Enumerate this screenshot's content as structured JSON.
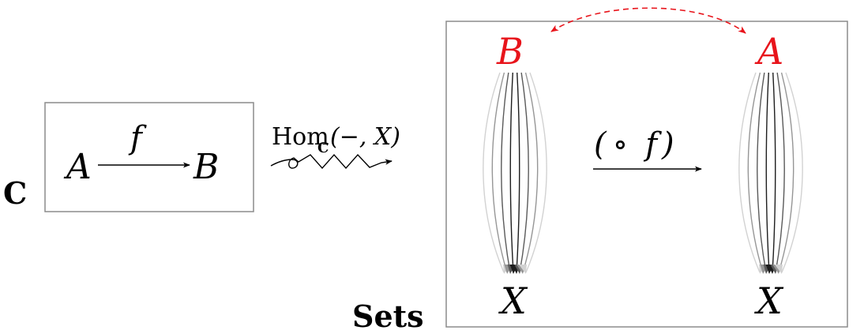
{
  "category_label": "C",
  "category_box": {
    "source": "A",
    "target": "B",
    "morphism": "f"
  },
  "functor_label": {
    "hom": "Hom",
    "subscript": "C",
    "args": "(−, X)"
  },
  "sets_label": "Sets",
  "sets_box": {
    "left_top": "B",
    "left_bottom": "X",
    "right_top": "A",
    "right_bottom": "X",
    "map_label_open": "(",
    "map_label_circ": "∘",
    "map_label_f": "f",
    "map_label_close": ")"
  },
  "colors": {
    "highlight": "#e8141b",
    "ink": "#000000",
    "box_border": "#8c8c8c"
  }
}
